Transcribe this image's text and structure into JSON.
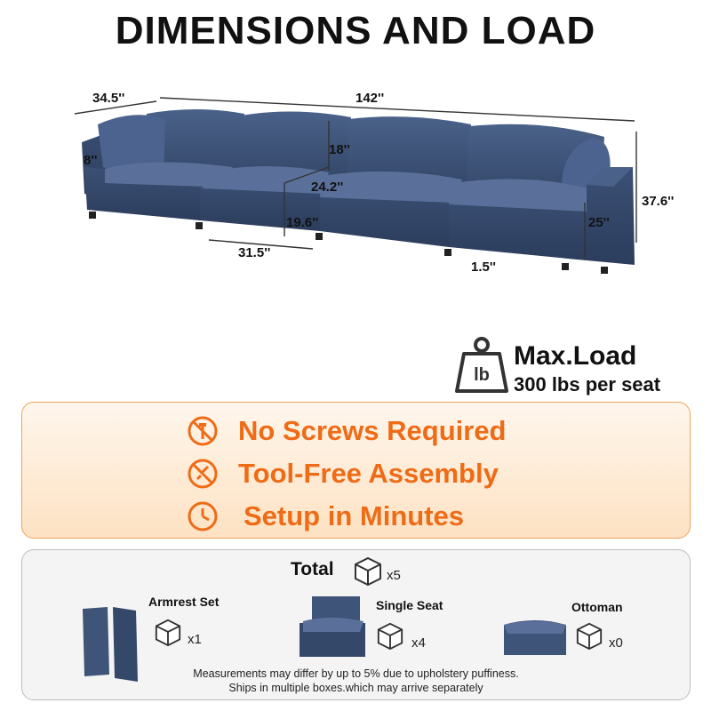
{
  "title": "DIMENSIONS AND LOAD",
  "dimensions": {
    "arm_depth": "34.5''",
    "total_length": "142''",
    "arm_width": "8''",
    "back_height": "18''",
    "seat_depth": "24.2''",
    "seat_height": "19.6''",
    "seat_width": "31.5''",
    "arm_height": "25''",
    "total_height": "37.6''",
    "leg_height": "1.5''"
  },
  "load": {
    "icon": "weight-icon",
    "icon_text": "lb",
    "line1": "Max.Load",
    "line2": "300 lbs per seat"
  },
  "features": [
    {
      "icon": "no-screws-icon",
      "label": "No Screws Required"
    },
    {
      "icon": "no-tools-icon",
      "label": "Tool-Free Assembly"
    },
    {
      "icon": "clock-icon",
      "label": "Setup in Minutes"
    }
  ],
  "boxes": {
    "total_label": "Total",
    "total_count": "x5",
    "items": [
      {
        "label": "Armrest Set",
        "count": "x1"
      },
      {
        "label": "Single Seat",
        "count": "x4"
      },
      {
        "label": "Ottoman",
        "count": "x0"
      }
    ],
    "note1": "Measurements may differ by up to 5% due to upholstery puffiness.",
    "note2": "Ships in multiple boxes.which may arrive separately"
  },
  "colors": {
    "accent": "#ef6b16",
    "sofa": "#3d5377",
    "panel_border": "#f0a25a"
  }
}
